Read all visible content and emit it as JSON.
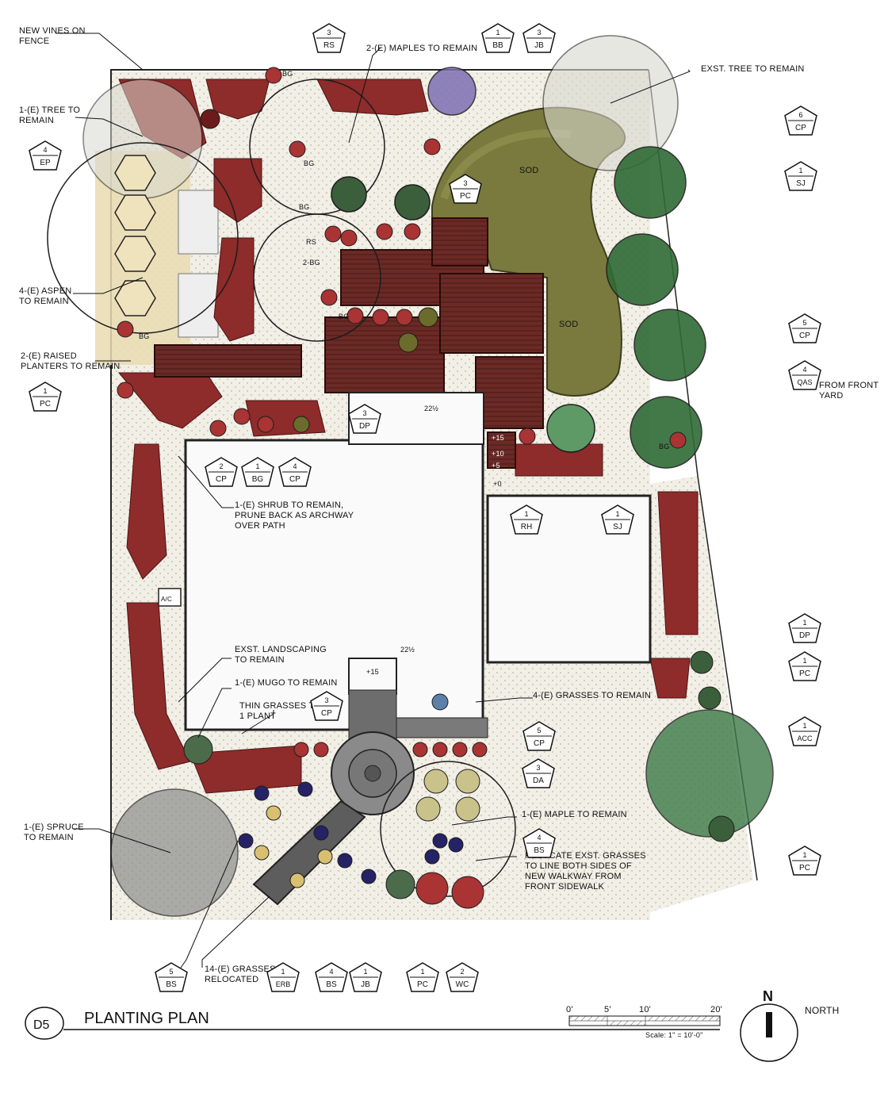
{
  "drawing_id": "D5",
  "title": "PLANTING PLAN",
  "scale": {
    "ticks": [
      "0'",
      "5'",
      "10'",
      "20'"
    ],
    "note": "Scale: 1\" = 10'-0\""
  },
  "north": {
    "letter": "N",
    "label": "NORTH"
  },
  "colors": {
    "brick": "#8e2b2b",
    "deck": "#6b2a26",
    "sod": "#7b7a3e",
    "tree": "#2f6b35",
    "sand": "#e9dcb0",
    "purple": "#7d6fb3"
  },
  "plan_labels": {
    "sod_1": "SOD",
    "sod_2": "SOD",
    "bg_1": "BG",
    "bg_2": "BG",
    "bg_3": "BG",
    "bg_4": "BG",
    "rs_1": "RS",
    "bg_5": "2-BG",
    "bg_6": "BG",
    "bg_7": "BG",
    "dim_1": "22½",
    "dim_2": "22½",
    "el_1": "+15",
    "el_2": "+10",
    "el_3": "+5",
    "el_4": "+0",
    "el_5": "+15",
    "ac": "A/C"
  },
  "callouts": [
    {
      "id": "new-vines",
      "lines": [
        "NEW VINES ON",
        "FENCE"
      ]
    },
    {
      "id": "maples",
      "lines": [
        "2-(E) MAPLES TO REMAIN"
      ]
    },
    {
      "id": "ext-tree",
      "lines": [
        "EXST. TREE TO REMAIN"
      ]
    },
    {
      "id": "tree-remain",
      "lines": [
        "1-(E) TREE TO",
        "REMAIN"
      ]
    },
    {
      "id": "aspen",
      "lines": [
        "4-(E) ASPEN",
        "TO REMAIN"
      ]
    },
    {
      "id": "planters",
      "lines": [
        "2-(E) RAISED",
        "PLANTERS TO REMAIN"
      ]
    },
    {
      "id": "from-front",
      "lines": [
        "FROM FRONT",
        "YARD"
      ]
    },
    {
      "id": "shrub",
      "lines": [
        "1-(E) SHRUB TO REMAIN,",
        "PRUNE BACK AS ARCHWAY",
        "OVER PATH"
      ]
    },
    {
      "id": "ext-landscaping",
      "lines": [
        "EXST. LANDSCAPING",
        "TO REMAIN"
      ]
    },
    {
      "id": "mugo",
      "lines": [
        "1-(E) MUGO TO REMAIN"
      ]
    },
    {
      "id": "thin-grasses",
      "lines": [
        "THIN GRASSES TO",
        "1 PLANT"
      ]
    },
    {
      "id": "grasses-remain",
      "lines": [
        "4-(E) GRASSES TO REMAIN"
      ]
    },
    {
      "id": "maple-remain",
      "lines": [
        "1-(E) MAPLE TO REMAIN"
      ]
    },
    {
      "id": "relocate",
      "lines": [
        "RELOCATE EXST. GRASSES",
        "TO LINE BOTH SIDES OF",
        "NEW WALKWAY FROM",
        "FRONT SIDEWALK"
      ]
    },
    {
      "id": "spruce",
      "lines": [
        "1-(E) SPRUCE",
        "TO REMAIN"
      ]
    },
    {
      "id": "grasses-relocated",
      "lines": [
        "14-(E) GRASSES",
        "RELOCATED"
      ]
    }
  ],
  "tags": [
    {
      "num": "3",
      "code": "RS"
    },
    {
      "num": "1",
      "code": "BB"
    },
    {
      "num": "3",
      "code": "JB"
    },
    {
      "num": "6",
      "code": "CP"
    },
    {
      "num": "1",
      "code": "SJ"
    },
    {
      "num": "4",
      "code": "EP"
    },
    {
      "num": "3",
      "code": "PC"
    },
    {
      "num": "1",
      "code": "PC"
    },
    {
      "num": "3",
      "code": "DP"
    },
    {
      "num": "2",
      "code": "CP"
    },
    {
      "num": "1",
      "code": "BG"
    },
    {
      "num": "4",
      "code": "CP"
    },
    {
      "num": "5",
      "code": "CP"
    },
    {
      "num": "4",
      "code": "QAS"
    },
    {
      "num": "1",
      "code": "RH"
    },
    {
      "num": "1",
      "code": "SJ"
    },
    {
      "num": "1",
      "code": "DP"
    },
    {
      "num": "1",
      "code": "PC"
    },
    {
      "num": "3",
      "code": "CP"
    },
    {
      "num": "1",
      "code": "ACC"
    },
    {
      "num": "5",
      "code": "CP"
    },
    {
      "num": "3",
      "code": "DA"
    },
    {
      "num": "4",
      "code": "BS"
    },
    {
      "num": "1",
      "code": "PC"
    },
    {
      "num": "5",
      "code": "BS"
    },
    {
      "num": "1",
      "code": "ERB"
    },
    {
      "num": "4",
      "code": "BS"
    },
    {
      "num": "1",
      "code": "JB"
    },
    {
      "num": "1",
      "code": "PC"
    },
    {
      "num": "2",
      "code": "WC"
    }
  ]
}
